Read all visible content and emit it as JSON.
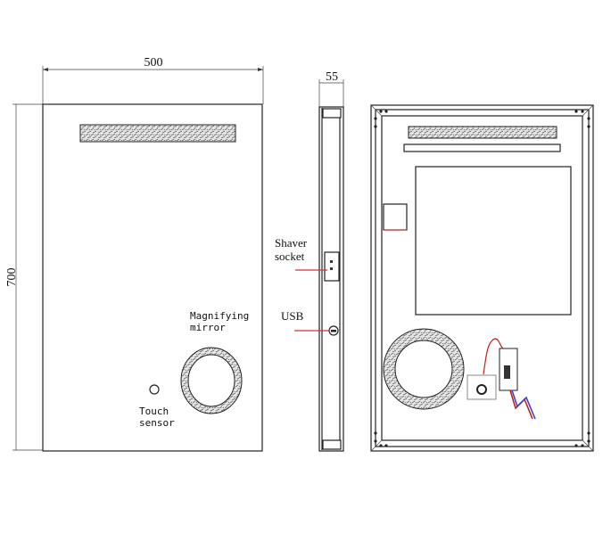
{
  "dimensions": {
    "width": "500",
    "height": "700",
    "depth": "55"
  },
  "labels": {
    "magnifying_1": "Magnifying",
    "magnifying_2": "mirror",
    "touch_1": "Touch",
    "touch_2": "sensor",
    "shaver_1": "Shaver",
    "shaver_2": "socket",
    "usb": "USB"
  },
  "colors": {
    "line": "#222222",
    "pointer": "#d0303a",
    "wire_red": "#c02020",
    "wire_blue": "#4040c0"
  }
}
